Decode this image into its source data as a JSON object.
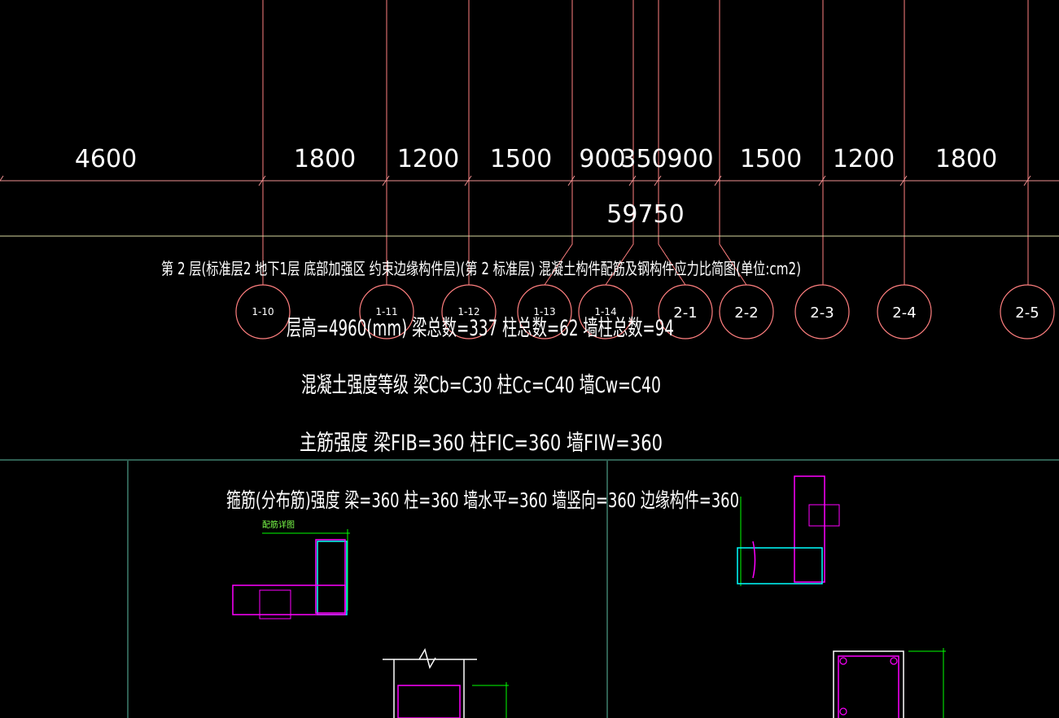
{
  "colors": {
    "background": "#000000",
    "axis_line": "#ff7f7f",
    "dim_line": "#f09090",
    "total_line": "#d8d8a0",
    "text": "#ffffff",
    "frame": "#2f5f52",
    "rebar_magenta": "#ff00ff",
    "rebar_cyan": "#00ffff",
    "dim_green": "#00ff00",
    "outline_white": "#ffffff"
  },
  "dimensions": {
    "segments": [
      "4600",
      "1800",
      "1200",
      "1500",
      "900",
      "350",
      "900",
      "1500",
      "1200",
      "1800"
    ],
    "total": "59750"
  },
  "axes": [
    {
      "label": "1-10"
    },
    {
      "label": "1-11"
    },
    {
      "label": "1-12"
    },
    {
      "label": "1-13"
    },
    {
      "label": "1-14"
    },
    {
      "label": "2-1"
    },
    {
      "label": "2-2"
    },
    {
      "label": "2-3"
    },
    {
      "label": "2-4"
    },
    {
      "label": "2-5"
    }
  ],
  "notes": {
    "title": "第 2 层(标准层2 地下1层 底部加强区 约束边缘构件层)(第 2 标准层) 混凝土构件配筋及钢构件应力比简图(单位:cm2)",
    "line1": "层高=4960(mm) 梁总数=337 柱总数=62 墙柱总数=94",
    "line2": "混凝土强度等级 梁Cb=C30 柱Cc=C40 墙Cw=C40",
    "line3": "主筋强度 梁FIB=360 柱FIC=360 墙FIW=360",
    "line4": "箍筋(分布筋)强度 梁=360 柱=360 墙水平=360 墙竖向=360 边缘构件=360"
  },
  "detail_labels": {
    "left_detail": "配筋详图"
  }
}
